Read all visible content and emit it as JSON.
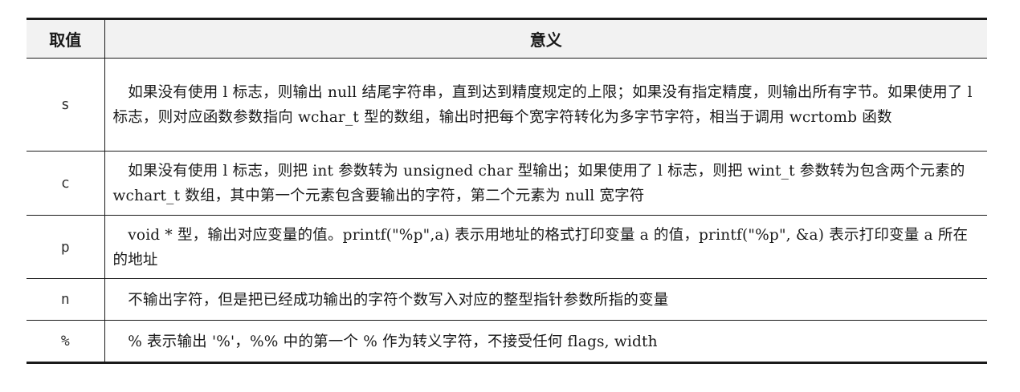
{
  "table": {
    "headers": [
      "取值",
      "意义"
    ],
    "rows": [
      {
        "key": "s",
        "meaning": "　如果没有使用 l 标志，则输出 null 结尾字符串，直到达到精度规定的上限；如果没有指定精度，则输出所有字节。如果使用了 l 标志，则对应函数参数指向 wchar_t 型的数组，输出时把每个宽字符转化为多字节字符，相当于调用 wcrtomb 函数"
      },
      {
        "key": "c",
        "meaning": "　如果没有使用 l 标志，则把 int 参数转为 unsigned char 型输出；如果使用了 l 标志，则把 wint_t 参数转为包含两个元素的 wchart_t 数组，其中第一个元素包含要输出的字符，第二个元素为 null 宽字符"
      },
      {
        "key": "p",
        "meaning": "　void * 型，输出对应变量的值。printf(\"%p\",a) 表示用地址的格式打印变量 a 的值，printf(\"%p\", &a) 表示打印变量 a 所在的地址"
      },
      {
        "key": "n",
        "meaning": "　不输出字符，但是把已经成功输出的字符个数写入对应的整型指针参数所指的变量"
      },
      {
        "key": "%",
        "meaning": "　% 表示输出 '%'，%% 中的第一个 % 作为转义字符，不接受任何 flags, width"
      }
    ]
  }
}
